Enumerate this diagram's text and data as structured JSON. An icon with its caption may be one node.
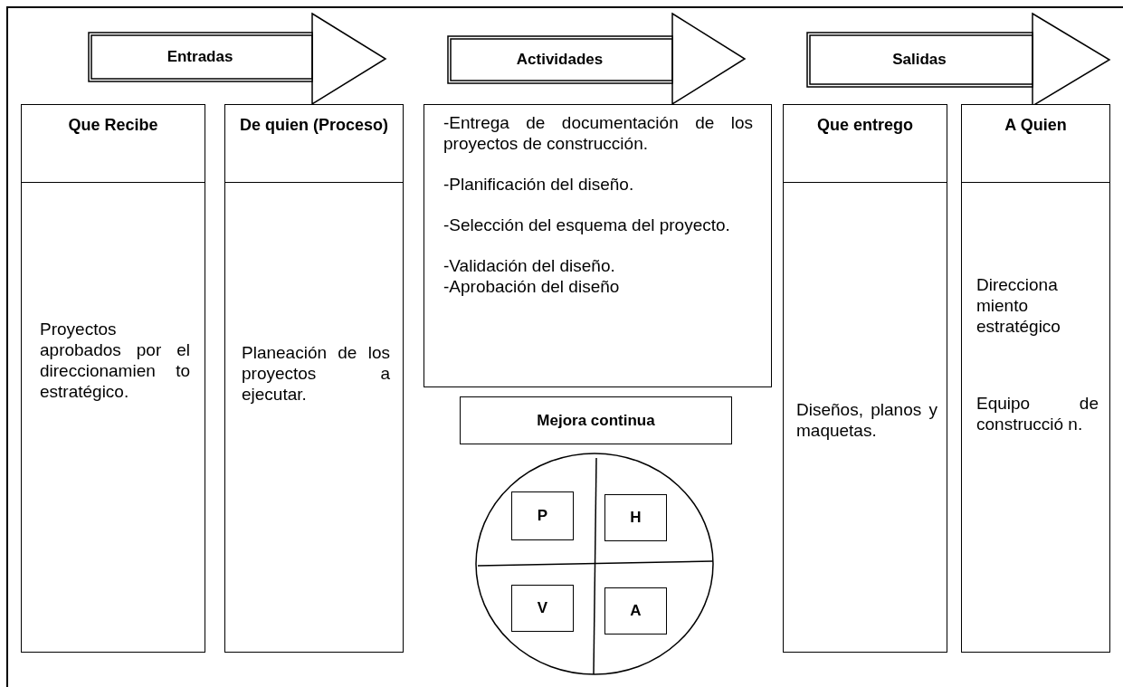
{
  "diagram": {
    "nodes": [
      {
        "text": [
          "Entradas"
        ]
      },
      {
        "text": [
          "Que Recibe",
          "Proyectos aprobados por el direccionamien to estratégico."
        ]
      },
      {
        "text": [
          "De quien (Proceso)",
          "Planeación de los proyectos a ejecutar."
        ]
      },
      {
        "text": [
          "Actividades"
        ]
      },
      {
        "text": [
          "-Entrega de documentación de los proyectos de construcción.",
          "-Planificación del diseño.",
          "-Selección del esquema del proyecto.",
          "-Validación del diseño.",
          "-Aprobación del diseño"
        ]
      },
      {
        "text": [
          "Mejora continua"
        ]
      },
      {
        "text": [],
        "shape": "circle"
      },
      {
        "text": [
          "P"
        ],
        "in": 6
      },
      {
        "text": [
          "H"
        ],
        "in": 6
      },
      {
        "text": [
          "V"
        ],
        "in": 6
      },
      {
        "text": [
          "A"
        ],
        "in": 6
      },
      {
        "text": [
          "Salidas"
        ]
      },
      {
        "text": [
          "Que entrego",
          "Diseños, planos y maquetas."
        ]
      },
      {
        "text": [
          "A Quien",
          "Direcciona miento estratégico",
          "Equipo de construcció n."
        ]
      }
    ]
  }
}
